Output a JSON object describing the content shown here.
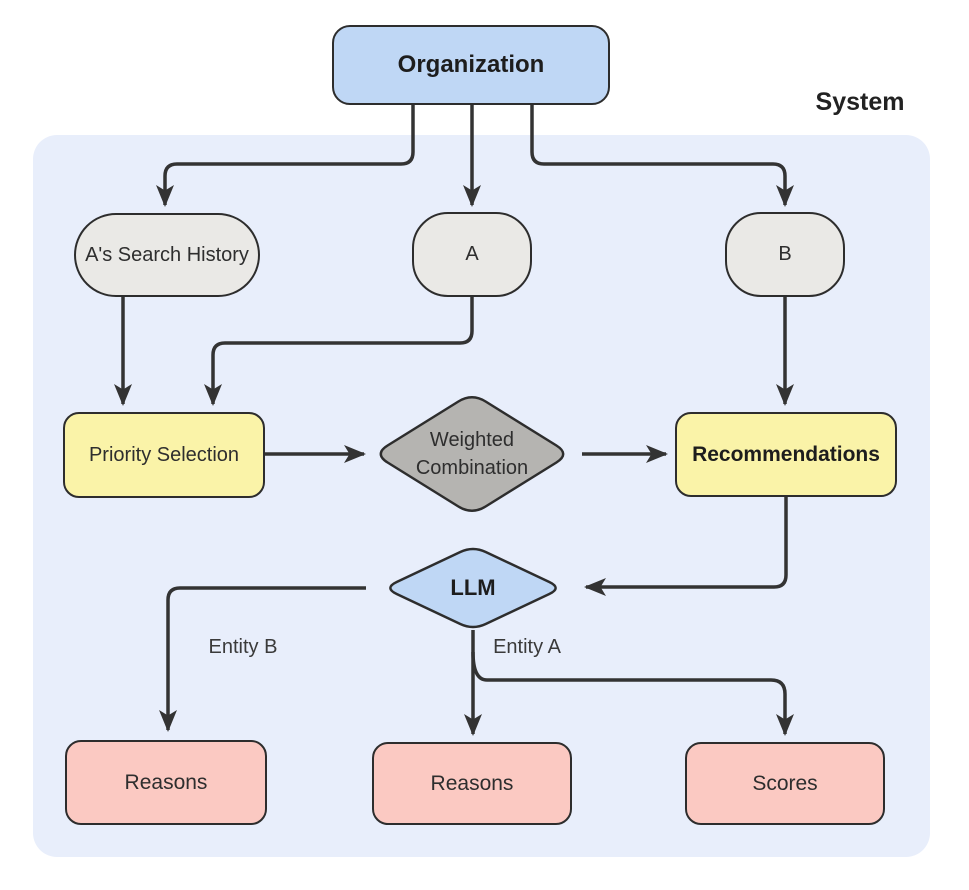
{
  "system_label": "System",
  "colors": {
    "page_bg": "#FFFFFF",
    "container_bg": "#E8EEFB",
    "node_blue": "#BFD7F5",
    "node_gray": "#EAE9E6",
    "node_dark_gray": "#B5B4B1",
    "node_yellow": "#FAF3A8",
    "node_pink": "#FBC9C2",
    "node_border": "#2D2D2D",
    "edge_line": "#333333",
    "text": "#2E2E2E"
  },
  "nodes": {
    "organization": "Organization",
    "search_history": "A's Search History",
    "a": "A",
    "b": "B",
    "priority_selection": "Priority Selection",
    "weighted_combination": "Weighted Combination",
    "recommendations": "Recommendations",
    "llm": "LLM",
    "reasons_b": "Reasons",
    "reasons_a": "Reasons",
    "scores": "Scores"
  },
  "edge_labels": {
    "entity_b": "Entity B",
    "entity_a": "Entity A"
  }
}
